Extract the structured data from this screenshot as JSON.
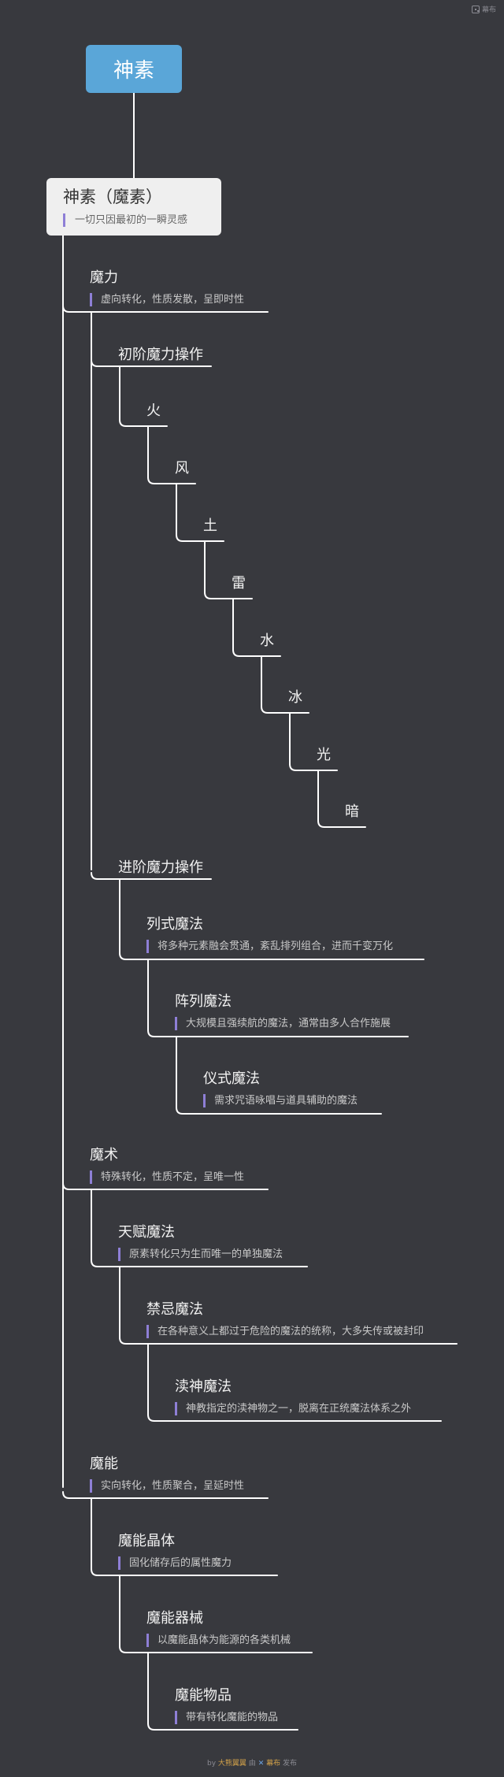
{
  "app": {
    "brand": "幕布"
  },
  "root": {
    "label": "神素"
  },
  "main": {
    "title": "神素（魔素）",
    "note": "一切只因最初的一瞬灵感"
  },
  "magic": {
    "label": "魔力",
    "note": "虚向转化，性质发散，呈即时性",
    "basic": {
      "label": "初阶魔力操作",
      "elements": [
        "火",
        "风",
        "土",
        "雷",
        "水",
        "冰",
        "光",
        "暗"
      ]
    },
    "advanced": {
      "label": "进阶魔力操作",
      "list_magic": {
        "label": "列式魔法",
        "note": "将多种元素融会贯通，紊乱排列组合，进而千变万化"
      },
      "array_magic": {
        "label": "阵列魔法",
        "note": "大规模且强续航的魔法，通常由多人合作施展"
      },
      "ritual_magic": {
        "label": "仪式魔法",
        "note": "需求咒语咏唱与道具辅助的魔法"
      }
    }
  },
  "sorcery": {
    "label": "魔术",
    "note": "特殊转化，性质不定，呈唯一性",
    "talent": {
      "label": "天赋魔法",
      "note": "原素转化只为生而唯一的单独魔法"
    },
    "forbidden": {
      "label": "禁忌魔法",
      "note": "在各种意义上都过于危险的魔法的统称，大多失传或被封印"
    },
    "blasphemy": {
      "label": "渎神魔法",
      "note": "神教指定的渎神物之一，脱离在正统魔法体系之外"
    }
  },
  "energy": {
    "label": "魔能",
    "note": "实向转化，性质聚合，呈延时性",
    "crystal": {
      "label": "魔能晶体",
      "note": "固化储存后的属性魔力"
    },
    "machine": {
      "label": "魔能器械",
      "note": "以魔能晶体为能源的各类机械"
    },
    "item": {
      "label": "魔能物品",
      "note": "带有特化魔能的物品"
    }
  },
  "footer": {
    "by": "by",
    "author": "大熊翼翼",
    "mid": "由",
    "brand": "幕布",
    "tail": "发布"
  },
  "colors": {
    "background": "#38393e",
    "root": "#5aa6d8",
    "main": "#efefef",
    "accent": "#8e7fd6",
    "line": "#ffffff"
  }
}
